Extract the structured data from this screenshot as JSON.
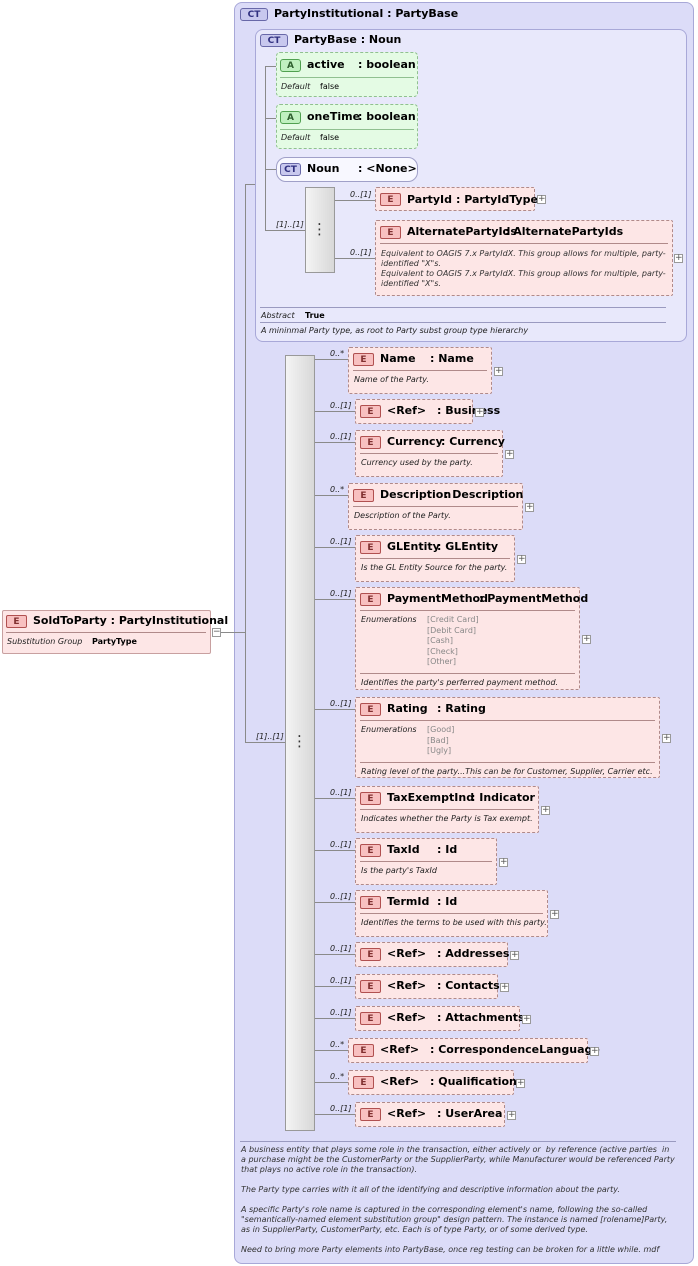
{
  "root": {
    "badge": "E",
    "name": "SoldToParty",
    "type": ": PartyInstitutional",
    "sg_label": "Substitution Group",
    "sg_value": "PartyType"
  },
  "party_institutional": {
    "badge": "CT",
    "name": "PartyInstitutional",
    "type": ": PartyBase"
  },
  "party_base": {
    "badge": "CT",
    "name": "PartyBase",
    "type": ": Noun",
    "abstract_label": "Abstract",
    "abstract_value": "True",
    "description": "A mininmal Party type, as root to Party subst group type hierarchy"
  },
  "attributes": [
    {
      "badge": "A",
      "name": "active",
      "type": ": boolean",
      "default_label": "Default",
      "default_value": "false"
    },
    {
      "badge": "A",
      "name": "oneTime",
      "type": ": boolean",
      "default_label": "Default",
      "default_value": "false"
    }
  ],
  "noun": {
    "badge": "CT",
    "name": "Noun",
    "type": ": <None>"
  },
  "base_sequence": {
    "cardinality": "[1]..[1]"
  },
  "party_id": {
    "badge": "E",
    "cardinality": "0..[1]",
    "name": "PartyId",
    "type": ": PartyIdType"
  },
  "alternate_party_ids": {
    "badge": "E",
    "cardinality": "0..[1]",
    "name": "AlternatePartyIds",
    "type": ": AlternatePartyIds",
    "description": "Equivalent to OAGIS 7.x PartyIdX. This group allows for multiple, party-identified \"X\"s.\nEquivalent to OAGIS 7.x PartyIdX. This group allows for multiple, party-identified \"X\"s."
  },
  "main_sequence": {
    "cardinality": "[1]..[1]"
  },
  "elements": [
    {
      "badge": "E",
      "card": "0..*",
      "name": "Name",
      "type": ": Name",
      "desc": "Name of the Party."
    },
    {
      "badge": "E",
      "card": "0..[1]",
      "name": "<Ref>",
      "type": ": Business",
      "desc": ""
    },
    {
      "badge": "E",
      "card": "0..[1]",
      "name": "Currency",
      "type": ": Currency",
      "desc": "Currency used by the party."
    },
    {
      "badge": "E",
      "card": "0..*",
      "name": "Description",
      "type": ": Description",
      "desc": "Description of the Party."
    },
    {
      "badge": "E",
      "card": "0..[1]",
      "name": "GLEntity",
      "type": ": GLEntity",
      "desc": "Is the GL Entity Source for the party."
    },
    {
      "badge": "E",
      "card": "0..[1]",
      "name": "PaymentMethod",
      "type": ": PaymentMethod",
      "enum_label": "Enumerations",
      "enums": [
        "[Credit Card]",
        "[Debit Card]",
        "[Cash]",
        "[Check]",
        "[Other]"
      ],
      "desc": "Identifies the party's perferred payment method."
    },
    {
      "badge": "E",
      "card": "0..[1]",
      "name": "Rating",
      "type": ": Rating",
      "enum_label": "Enumerations",
      "enums": [
        "[Good]",
        "[Bad]",
        "[Ugly]"
      ],
      "desc": "Rating level of the party...This can be for Customer, Supplier, Carrier etc."
    },
    {
      "badge": "E",
      "card": "0..[1]",
      "name": "TaxExemptInd",
      "type": ": Indicator",
      "desc": "Indicates whether the Party is Tax exempt."
    },
    {
      "badge": "E",
      "card": "0..[1]",
      "name": "TaxId",
      "type": ": Id",
      "desc": "Is the party's TaxId"
    },
    {
      "badge": "E",
      "card": "0..[1]",
      "name": "TermId",
      "type": ": Id",
      "desc": "Identifies the terms to be used with this party."
    },
    {
      "badge": "E",
      "card": "0..[1]",
      "name": "<Ref>",
      "type": ": Addresses",
      "desc": ""
    },
    {
      "badge": "E",
      "card": "0..[1]",
      "name": "<Ref>",
      "type": ": Contacts",
      "desc": ""
    },
    {
      "badge": "E",
      "card": "0..[1]",
      "name": "<Ref>",
      "type": ": Attachments",
      "desc": ""
    },
    {
      "badge": "E",
      "card": "0..*",
      "name": "<Ref>",
      "type": ": CorrespondenceLanguage",
      "desc": ""
    },
    {
      "badge": "E",
      "card": "0..*",
      "name": "<Ref>",
      "type": ": Qualification",
      "desc": ""
    },
    {
      "badge": "E",
      "card": "0..[1]",
      "name": "<Ref>",
      "type": ": UserArea",
      "desc": ""
    }
  ],
  "documentation": "A business entity that plays some role in the transaction, either actively or  by reference (active parties  in a purchase might be the CustomerParty or the SupplierParty, while Manufacturer would be referenced Party that plays no active role in the transaction).\n\nThe Party type carries with it all of the identifying and descriptive information about the party.\n\nA specific Party's role name is captured in the corresponding element's name, following the so-called \"semantically-named element substitution group\" design pattern. The instance is named [rolename]Party, as in SupplierParty, CustomerParty, etc. Each is of type Party, or of some derived type.\n\nNeed to bring more Party elements into PartyBase, once reg testing can be broken for a little while. mdf"
}
